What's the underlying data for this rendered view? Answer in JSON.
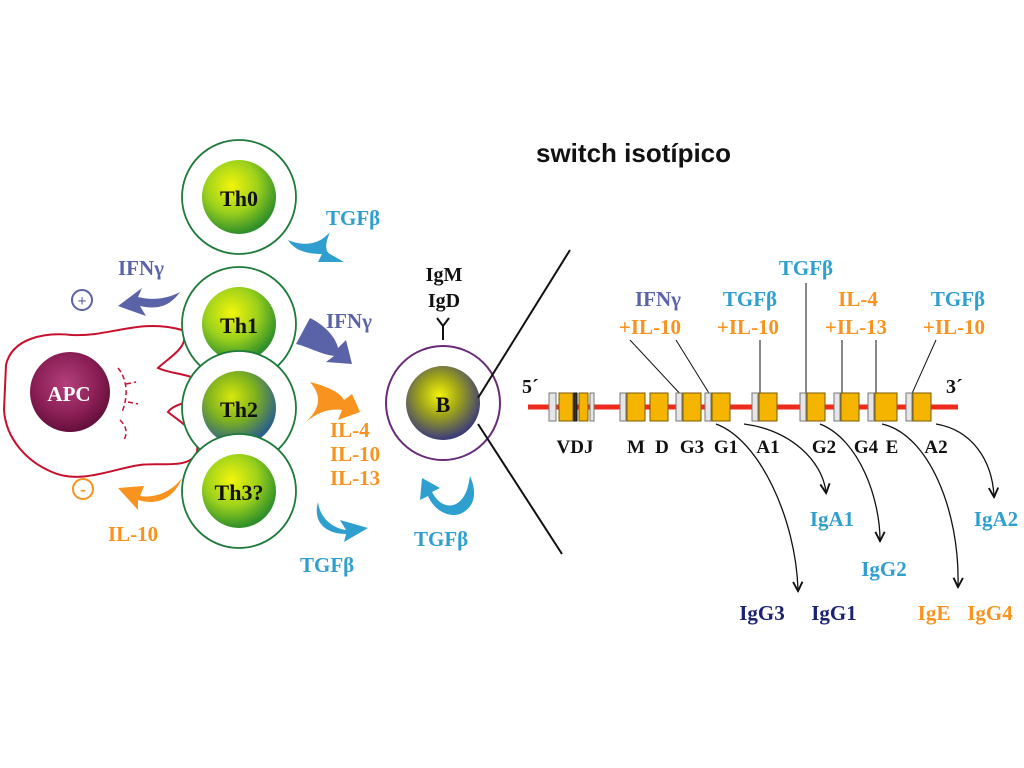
{
  "title": "switch isotípico",
  "cells": {
    "th0": "Th0",
    "th1": "Th1",
    "th2": "Th2",
    "th3": "Th3?",
    "apc": "APC",
    "b": "B"
  },
  "signs": {
    "plus": "+",
    "minus": "-"
  },
  "cytokines_left": {
    "ifng_apc": "IFNγ",
    "il10_apc": "IL-10",
    "tgfb_th0": "TGFβ",
    "ifng_th1": "IFNγ",
    "il4": "IL-4",
    "il10": "IL-10",
    "il13": "IL-13",
    "tgfb_th3": "TGFβ",
    "tgfb_b": "TGFβ"
  },
  "b_receptors": {
    "igm": "IgM",
    "igd": "IgD"
  },
  "gene": {
    "five_prime": "5´",
    "three_prime": "3´",
    "segments": [
      "VDJ",
      "M",
      "D",
      "G3",
      "G1",
      "A1",
      "G2",
      "G4",
      "E",
      "A2"
    ]
  },
  "switch_signals": {
    "ifng": "IFNγ",
    "ifng_il10": "+IL-10",
    "tgfb1": "TGFβ",
    "tgfb1_il10": "+IL-10",
    "tgfb_top": "TGFβ",
    "il4": "IL-4",
    "il4_il13": "+IL-13",
    "tgfb2": "TGFβ",
    "tgfb2_il10": "+IL-10"
  },
  "isotypes": {
    "iga1": "IgA1",
    "igg2": "IgG2",
    "iga2": "IgA2",
    "igg3": "IgG3",
    "igg1": "IgG1",
    "ige": "IgE",
    "igg4": "IgG4"
  },
  "colors": {
    "tgfb": "#2f9fd0",
    "ifng": "#5a63a8",
    "il": "#f7931e",
    "navy": "#1c2272",
    "cell_ring": "#1e7a3a",
    "apc_outline": "#c8102e",
    "gene_line": "#ee2a1c",
    "exon": "#f5b400"
  }
}
